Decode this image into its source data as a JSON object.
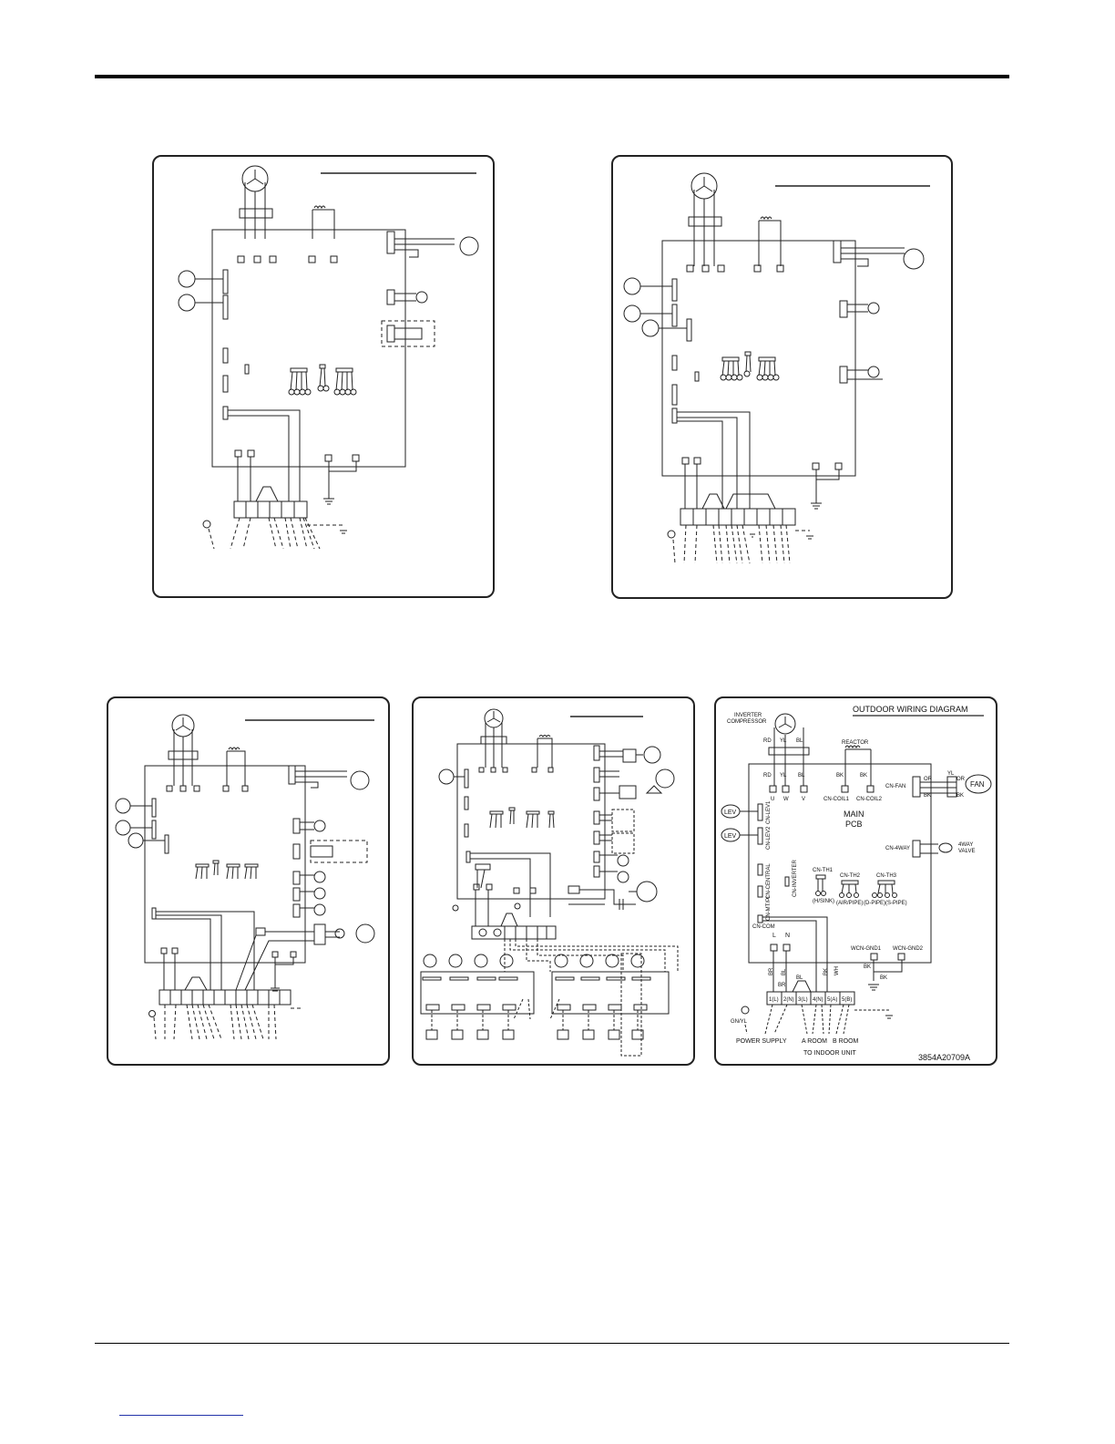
{
  "panel5": {
    "title": "OUTDOOR WIRING DIAGRAM",
    "compressor_label_1": "INVERTER",
    "compressor_label_2": "COMPRESSOR",
    "wire_colors_top": [
      "RD",
      "YL",
      "BL"
    ],
    "reactor_label": "REACTOR",
    "wire_colors_pcb": [
      "RD",
      "YL",
      "BL",
      "BK",
      "BK"
    ],
    "terminals_uvw": [
      "U",
      "W",
      "V"
    ],
    "cn_coil1": "CN-COIL1",
    "cn_coil2": "CN-COIL2",
    "cn_fan": "CN-FAN",
    "fan_wire_colors": [
      "YL",
      "OR",
      "BK",
      "OR",
      "BK"
    ],
    "fan_label": "FAN",
    "main_pcb_1": "MAIN",
    "main_pcb_2": "PCB",
    "lev_labels": [
      "LEV",
      "LEV"
    ],
    "cn_lev_labels": [
      "CN-LEV1",
      "CN-LEV2"
    ],
    "cn_4way": "CN-4WAY",
    "valve_label_1": "4WAY",
    "valve_label_2": "VALVE",
    "cn_vertical": [
      "CN-CENTRAL",
      "CN-MT/PI",
      "CN-INVERTER"
    ],
    "cn_th1": "CN-TH1",
    "cn_th2": "CN-TH2",
    "cn_th3": "CN-TH3",
    "heatsink_label": "(H/SINK)",
    "pipe_label_1": "(AIR/PIPE)",
    "pipe_label_2": "(D-PIPE)(S-PIPE)",
    "cn_com": "CN-COM",
    "ln_labels": [
      "L",
      "N"
    ],
    "wcn_gnd1": "WCN-GND1",
    "wcn_gnd2": "WCN-GND2",
    "bk_labels": [
      "BK",
      "BK"
    ],
    "lower_wire_colors": [
      "BR",
      "BL",
      "BR",
      "BL",
      "BK",
      "WH"
    ],
    "terminal_block": [
      "1(L)",
      "2(N)",
      "3(L)",
      "4(N)",
      "5(A)",
      "5(B)"
    ],
    "gn_yl": "GN/YL",
    "power_supply": "POWER SUPPLY",
    "a_room": "A ROOM",
    "b_room": "B ROOM",
    "to_indoor": "TO INDOOR UNIT",
    "doc_number": "3854A20709A"
  }
}
